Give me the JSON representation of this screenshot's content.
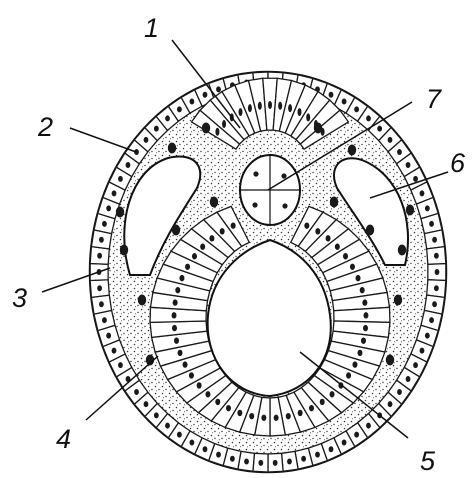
{
  "diagram": {
    "labels": [
      {
        "id": "1",
        "text": "1"
      },
      {
        "id": "2",
        "text": "2"
      },
      {
        "id": "3",
        "text": "3"
      },
      {
        "id": "4",
        "text": "4"
      },
      {
        "id": "5",
        "text": "5"
      },
      {
        "id": "6",
        "text": "6"
      },
      {
        "id": "7",
        "text": "7"
      }
    ]
  }
}
